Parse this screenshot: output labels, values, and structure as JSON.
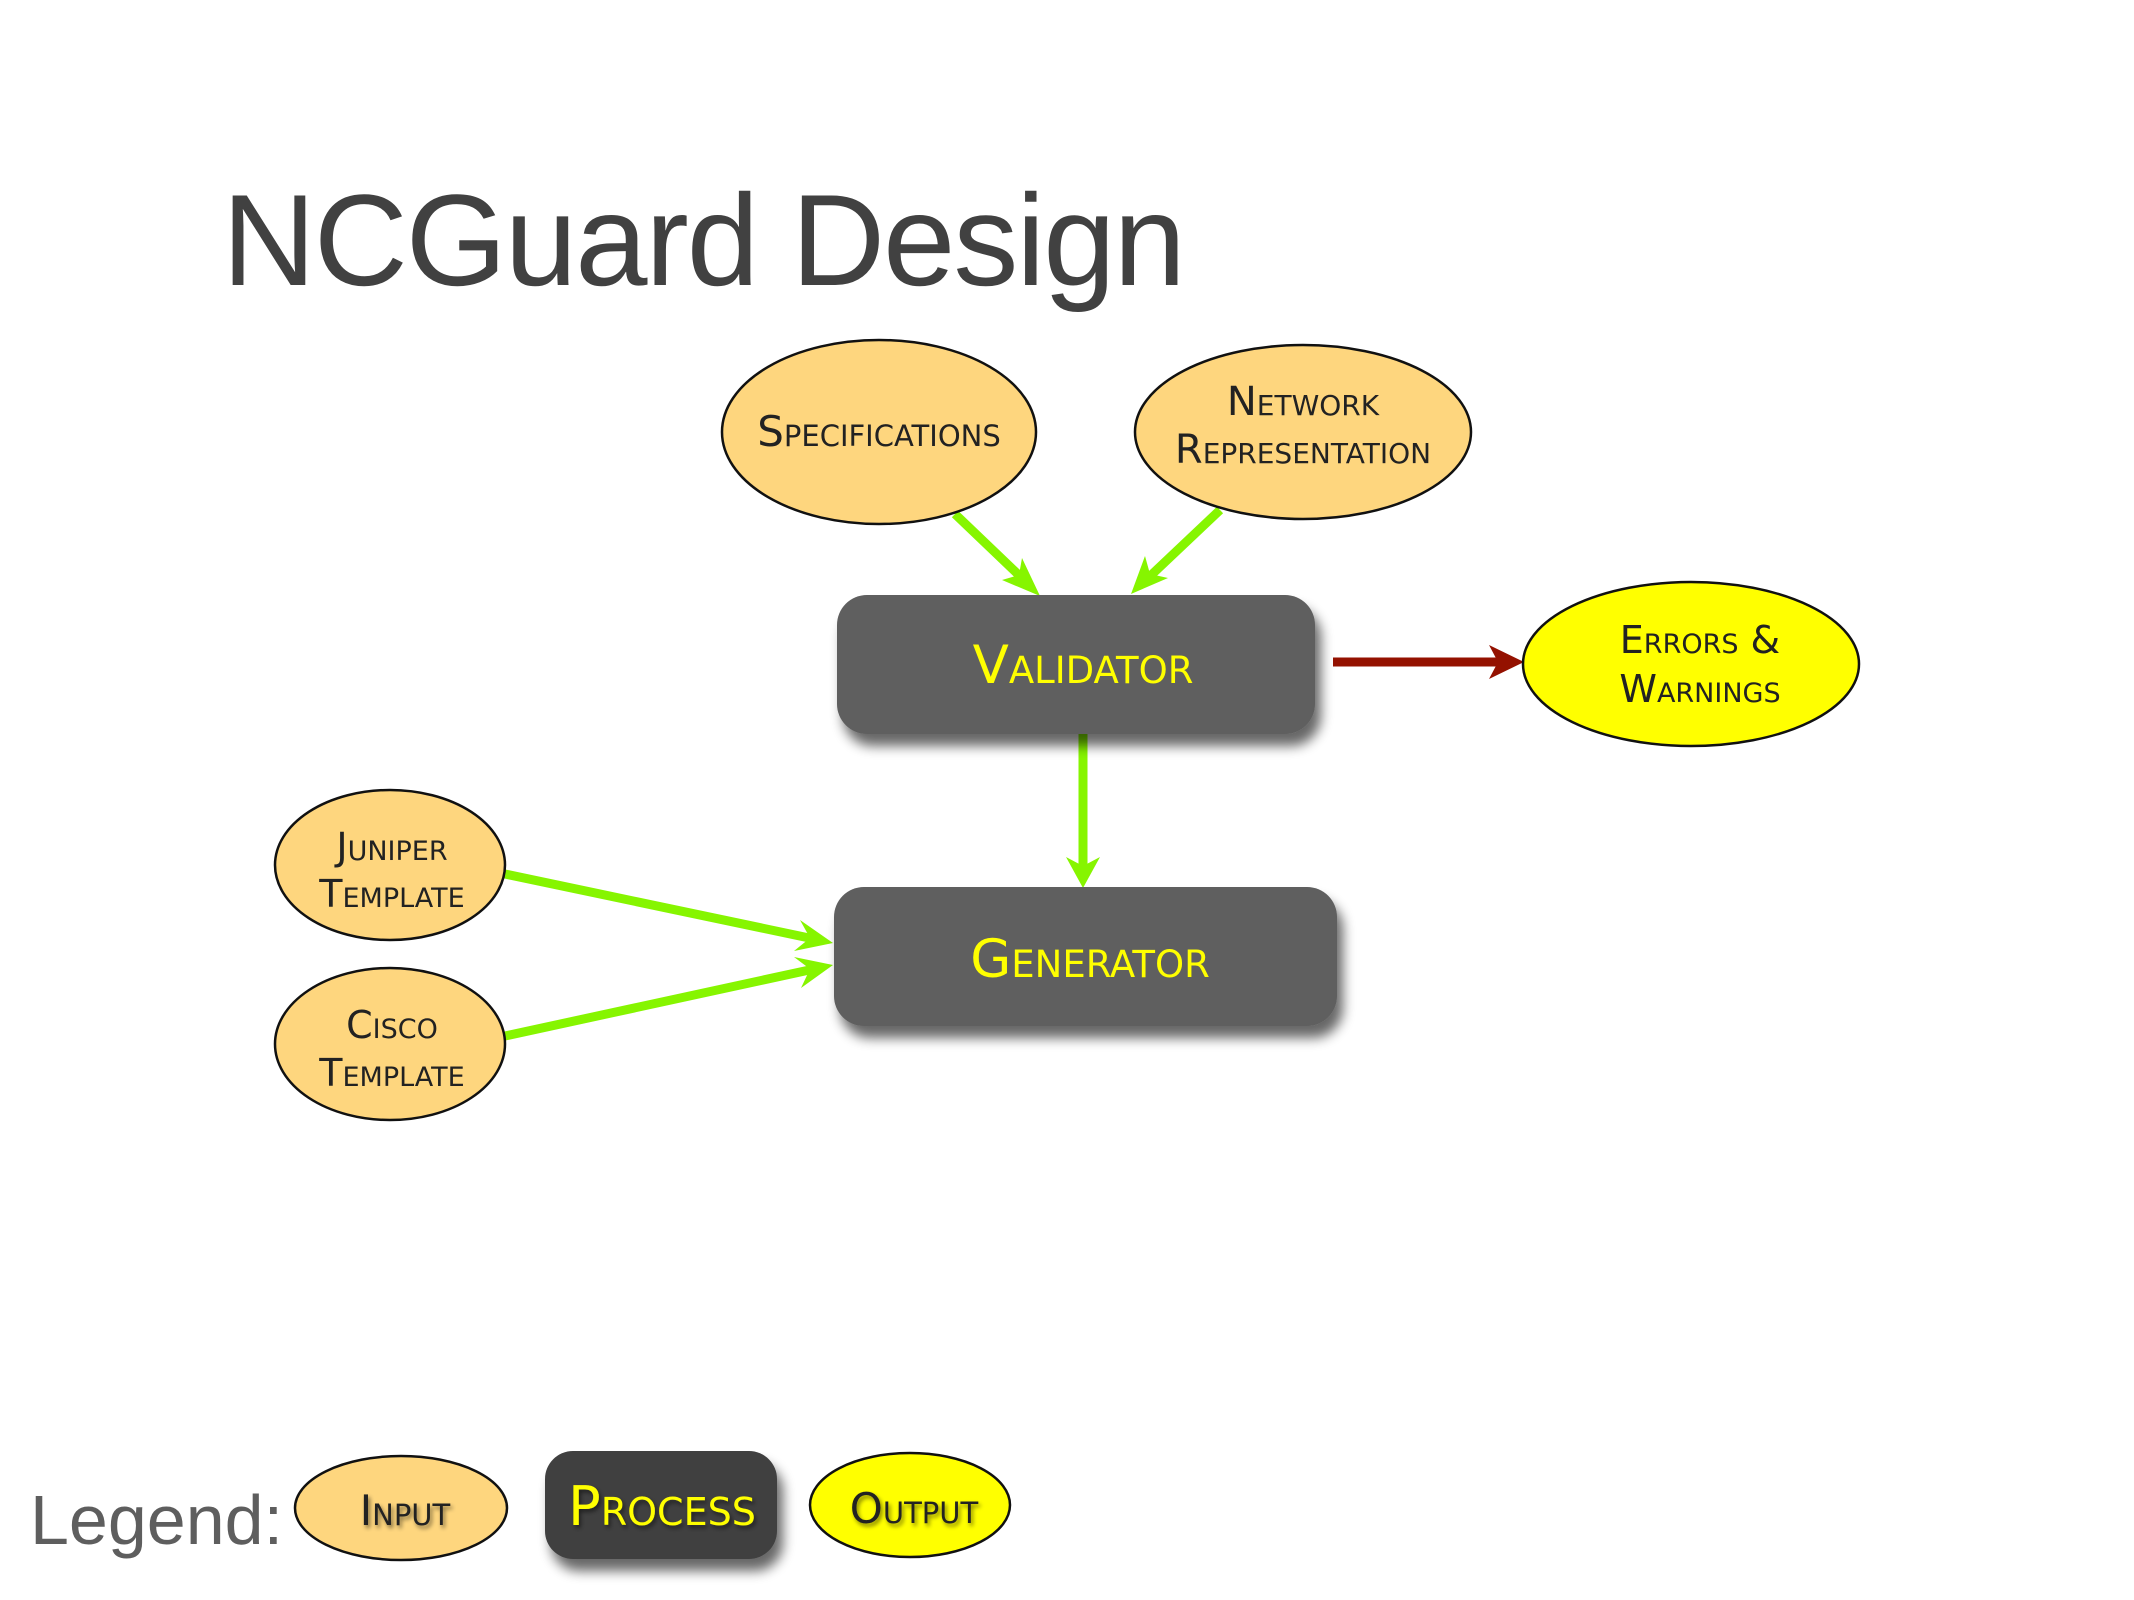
{
  "title": "NCGuard Design",
  "colors": {
    "input_fill": "#fed67e",
    "output_fill": "#ffff00",
    "process_fill": "#5e5e5e",
    "process_legend_fill": "#404040",
    "process_text": "#ffff00",
    "node_text": "#222222",
    "flow_arrow": "#86f500",
    "error_arrow": "#941100",
    "title_text": "#414141"
  },
  "nodes": {
    "specifications": {
      "type": "input",
      "lines": [
        "Specifications"
      ]
    },
    "network_representation": {
      "type": "input",
      "lines": [
        "Network",
        "Representation"
      ]
    },
    "validator": {
      "type": "process",
      "lines": [
        "Validator"
      ]
    },
    "errors_warnings": {
      "type": "output",
      "lines": [
        "Errors &",
        "Warnings"
      ]
    },
    "generator": {
      "type": "process",
      "lines": [
        "Generator"
      ]
    },
    "juniper_template": {
      "type": "input",
      "lines": [
        "Juniper",
        "Template"
      ]
    },
    "cisco_template": {
      "type": "input",
      "lines": [
        "Cisco",
        "Template"
      ]
    }
  },
  "edges": [
    {
      "from": "specifications",
      "to": "validator",
      "kind": "flow"
    },
    {
      "from": "network_representation",
      "to": "validator",
      "kind": "flow"
    },
    {
      "from": "validator",
      "to": "errors_warnings",
      "kind": "error"
    },
    {
      "from": "validator",
      "to": "generator",
      "kind": "flow"
    },
    {
      "from": "juniper_template",
      "to": "generator",
      "kind": "flow"
    },
    {
      "from": "cisco_template",
      "to": "generator",
      "kind": "flow"
    }
  ],
  "legend": {
    "label": "Legend:",
    "input": "Input",
    "process": "Process",
    "output": "Output"
  }
}
